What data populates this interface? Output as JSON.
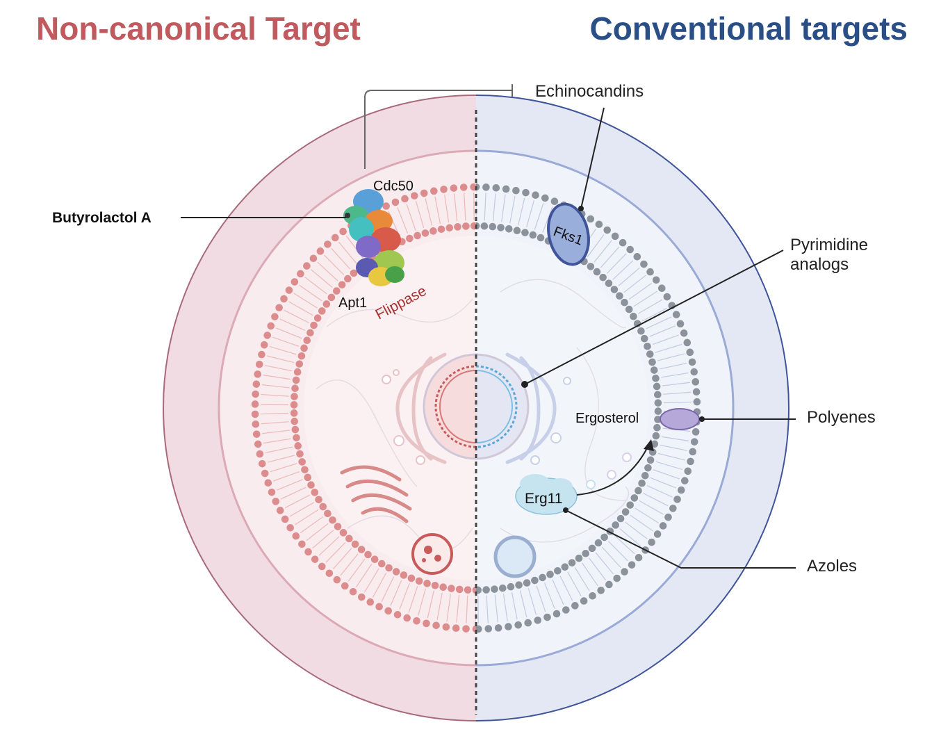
{
  "titles": {
    "left": "Non-canonical Target",
    "right": "Conventional targets"
  },
  "labels": {
    "echinocandins": "Echinocandins",
    "cdc50": "Cdc50",
    "butyrolactol": "Butyrolactol A",
    "apt1": "Apt1",
    "flippase": "Flippase",
    "fks1": "Fks1",
    "pyrimidine_line1": "Pyrimidine",
    "pyrimidine_line2": "analogs",
    "ergosterol": "Ergosterol",
    "polyenes": "Polyenes",
    "erg11": "Erg11",
    "azoles": "Azoles"
  },
  "colors": {
    "left_title": "#bf5a5e",
    "right_title": "#2a4f86",
    "left_wall": "#f0dce2",
    "right_wall": "#e4e8f5",
    "left_membrane": "#dc8c8c",
    "right_membrane": "#8c929c",
    "flippase_text": "#a83232",
    "fks1_fill": "#9aaedb",
    "polyene_fill": "#b6a8d8",
    "erg11_fill": "#bfe0ee"
  },
  "icons": {
    "flippase_complex": "protein-structure-icon",
    "fks1": "membrane-protein-icon",
    "polyene": "lipid-droplet-icon",
    "erg11": "enzyme-icon",
    "nucleus": "nucleus-icon",
    "golgi": "golgi-icon",
    "vacuole": "vacuole-icon"
  }
}
